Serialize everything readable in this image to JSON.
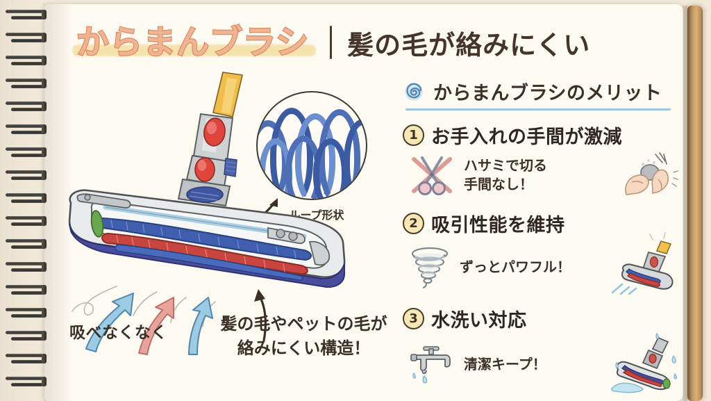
{
  "page": {
    "background_color": "#fdfaf2",
    "board_color": "#f1e8d7",
    "cover_edge_color": "#c69a63"
  },
  "header": {
    "title": "からまんブラシ",
    "title_color": "#f2b392",
    "title_stroke_color": "#d98c62",
    "highlight_color": "#f4dfa3",
    "divider": "|",
    "subtitle": "髪の毛が絡みにくい",
    "subtitle_color": "#44342a"
  },
  "illustration": {
    "loop_label": "ループ形状",
    "loop_color": "#3a5ba3",
    "brush_colors": {
      "blue": "#3f5fae",
      "red": "#c8463f",
      "green": "#6aa84f",
      "metal": "#b9bcbd"
    },
    "wand_tube_color": "#f0bf4a",
    "wand_button_color": "#e0453c",
    "airflow": {
      "arrow_blue": "#7fb8da",
      "arrow_red": "#e08d86"
    },
    "caption_left": "吸べなくなく",
    "caption_right_line1": "髪の毛やペットの毛が",
    "caption_right_line2": "絡みにくい構造！",
    "caption_highlight_color": "#f6e39c"
  },
  "merits": {
    "icon": "spiral-icon",
    "icon_color": "#5b93c4",
    "heading": "からまんブラシのメリット",
    "underline_color": "#9ec5e0",
    "items": [
      {
        "number": "1",
        "title": "お手入れの手間が激減",
        "icon": "scissors-crossed-out-icon",
        "sub_line1": "ハサミで切る",
        "sub_line2": "手間なし！",
        "illustration": "hands-cleaning-brush-icon"
      },
      {
        "number": "2",
        "title": "吸引性能を維持",
        "icon": "tornado-icon",
        "sub_line1": "ずっとパワフル！",
        "sub_line2": "",
        "illustration": "vacuum-head-suction-icon"
      },
      {
        "number": "3",
        "title": "水洗い対応",
        "icon": "faucet-icon",
        "sub_line1": "清潔キープ！",
        "sub_line2": "",
        "illustration": "vacuum-head-washing-icon"
      }
    ]
  }
}
